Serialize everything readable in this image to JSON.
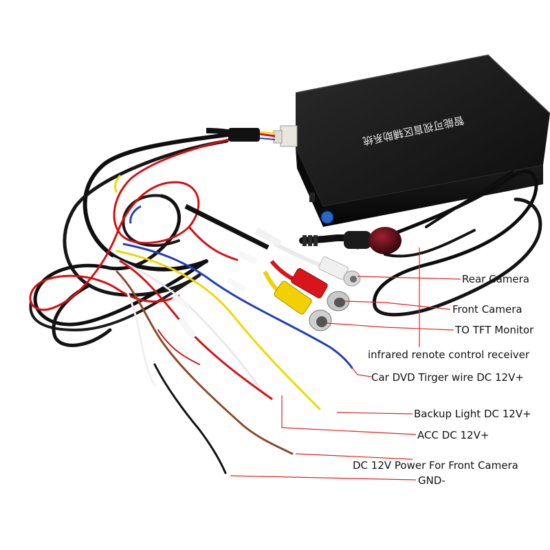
{
  "device": {
    "chinese_title": "智能可视盲区辅助系统",
    "body_color": "#141414",
    "button_color": "#2a66c8"
  },
  "callouts": {
    "line_color": "#e0231f",
    "labels": [
      {
        "id": "rear-camera",
        "text": "Rear Camera"
      },
      {
        "id": "front-camera",
        "text": "Front Camera"
      },
      {
        "id": "tft-monitor",
        "text": "TO TFT Monitor"
      },
      {
        "id": "ir-receiver",
        "text": "infrared renote control receiver"
      },
      {
        "id": "dvd-trigger",
        "text": "Car DVD Tirger wire DC 12V+"
      },
      {
        "id": "backup-light",
        "text": "Backup Light DC 12V+"
      },
      {
        "id": "acc",
        "text": "ACC DC 12V+"
      },
      {
        "id": "front-cam-power",
        "text": "DC 12V Power For Front Camera"
      },
      {
        "id": "gnd",
        "text": "GND-"
      }
    ]
  },
  "connectors": {
    "rca_white": "#f0f0f0",
    "rca_red": "#d8151a",
    "rca_yellow": "#f2d100"
  },
  "wires": {
    "blue": "#1f3fb8",
    "yellow": "#f4d600",
    "brown": "#8a4a2a",
    "white": "#f3f3f3",
    "black": "#111111",
    "red": "#d40f14"
  }
}
